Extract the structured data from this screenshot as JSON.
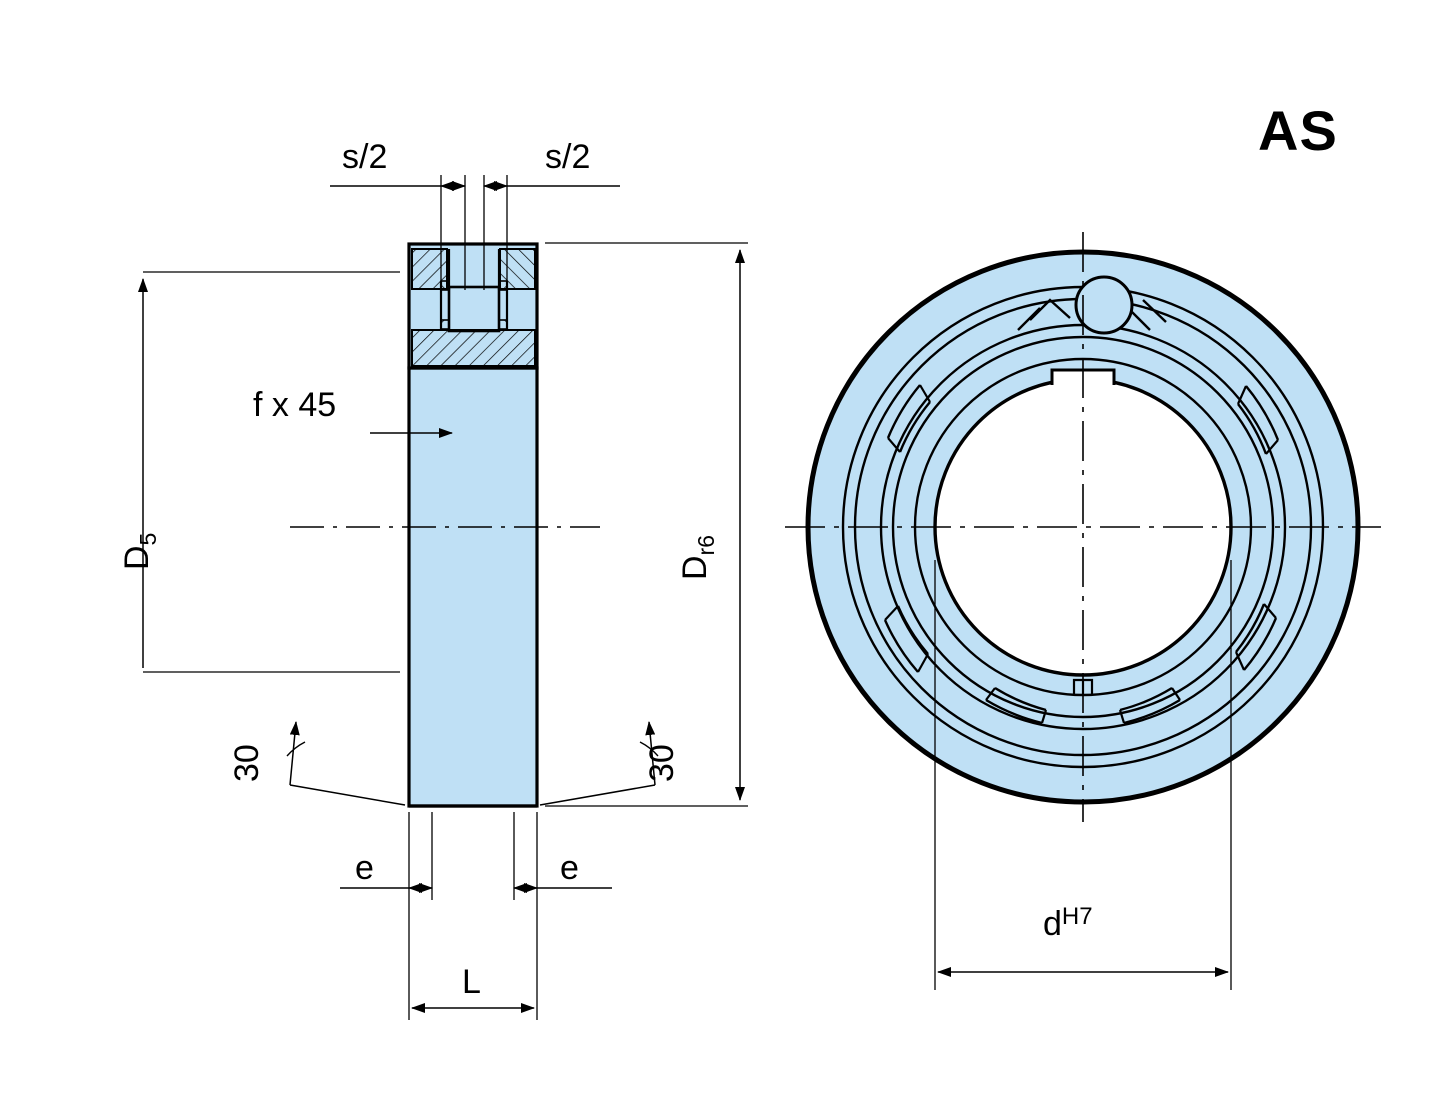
{
  "title": "AS",
  "colors": {
    "section_fill": "#bfe0f5",
    "line": "#000000",
    "hatch": "#000000"
  },
  "labels": {
    "s_half_left": "s/2",
    "s_half_right": "s/2",
    "chamfer": "f x 45",
    "d5": "D",
    "d5_sub": "5",
    "dr6": "D",
    "dr6_sub": "r6",
    "angle_left": "30",
    "angle_right": "30",
    "e_left": "e",
    "e_right": "e",
    "length": "L",
    "bore": "d",
    "bore_sup": "H7"
  },
  "drawing": {
    "type": "technical-cross-section",
    "views": [
      {
        "name": "section-view",
        "description": "Left longitudinal half-section of an AS type locking assembly / bearing ring"
      },
      {
        "name": "front-view",
        "description": "Right frontal view showing annular rings with keyway and pin"
      }
    ]
  }
}
